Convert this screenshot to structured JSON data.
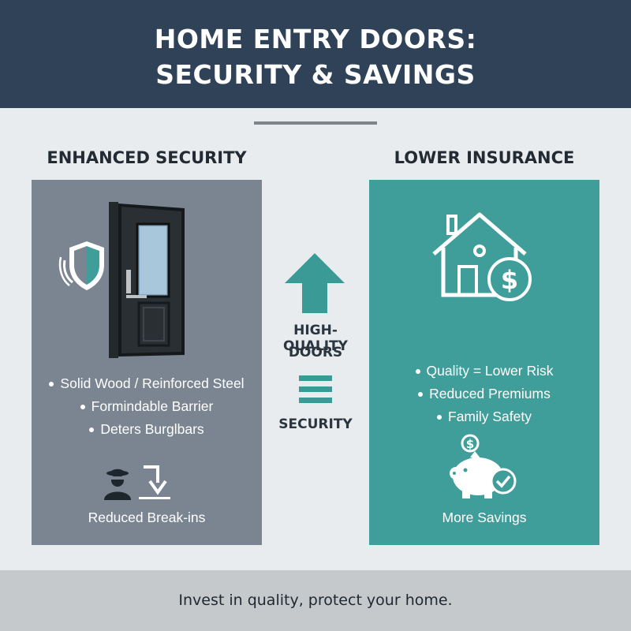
{
  "header": {
    "title_line1": "HOME ENTRY DOORS:",
    "title_line2": "SECURITY & SAVINGS"
  },
  "left": {
    "title": "ENHANCED SECURITY",
    "bullets": [
      "Solid Wood / Reinforced Steel",
      "Formindable Barrier",
      "Deters Burglbars"
    ],
    "caption": "Reduced Break-ins"
  },
  "middle": {
    "line1": "HIGH-QUALITY",
    "line2": "DOORS",
    "line3": "SECURITY"
  },
  "right": {
    "title": "LOWER INSURANCE",
    "bullets": [
      "Quality = Lower Risk",
      "Reduced Premiums",
      "Family Safety"
    ],
    "caption": "More Savings"
  },
  "footer": {
    "text": "Invest in quality, protect your home."
  },
  "icons": {
    "shield": "shield-icon",
    "door": "door-icon",
    "burglar": "burglar-icon",
    "down-arrow": "down-arrow-icon",
    "up-arrow": "up-arrow-icon",
    "equals": "equals-icon",
    "house": "house-icon",
    "dollar": "dollar-coin-icon",
    "piggy": "piggy-bank-icon",
    "check": "check-icon"
  },
  "colors": {
    "header_bg": "#2f4257",
    "left_panel": "#7b8591",
    "right_panel": "#3f9e9a",
    "teal": "#3a9a96",
    "footer_bg": "#c5c9cc"
  }
}
